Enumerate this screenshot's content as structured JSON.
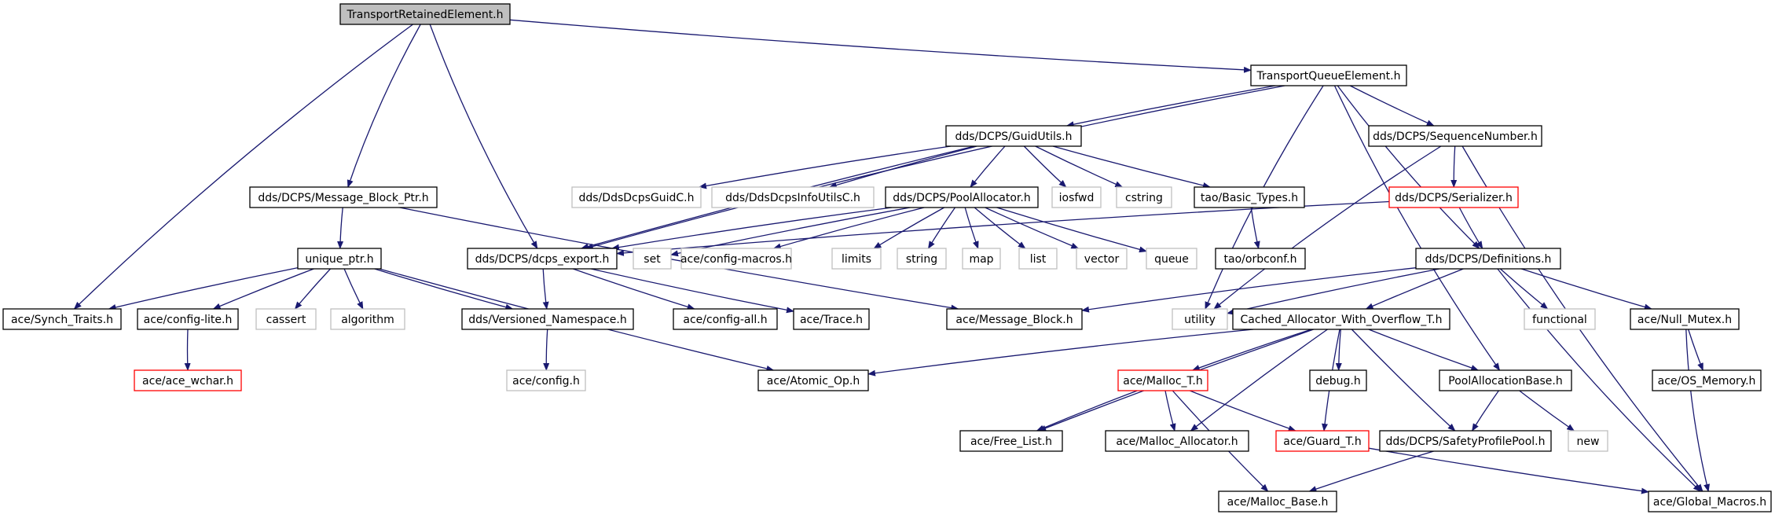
{
  "colors": {
    "edge": "#191970",
    "root_fill": "#bfbfbf",
    "node_border": "#000000",
    "missing_border": "#bfbfbf",
    "truncated_border": "#ff0000",
    "background": "#ffffff"
  },
  "nodes": [
    {
      "id": "root",
      "label": "TransportRetainedElement.h",
      "kind": "root"
    },
    {
      "id": "tqe",
      "label": "TransportQueueElement.h",
      "kind": "normal"
    },
    {
      "id": "guid",
      "label": "dds/DCPS/GuidUtils.h",
      "kind": "normal"
    },
    {
      "id": "seqnum",
      "label": "dds/DCPS/SequenceNumber.h",
      "kind": "normal"
    },
    {
      "id": "mbptr",
      "label": "dds/DCPS/Message_Block_Ptr.h",
      "kind": "normal"
    },
    {
      "id": "guidc",
      "label": "dds/DdsDcpsGuidC.h",
      "kind": "missing"
    },
    {
      "id": "infoc",
      "label": "dds/DdsDcpsInfoUtilsC.h",
      "kind": "missing"
    },
    {
      "id": "pool",
      "label": "dds/DCPS/PoolAllocator.h",
      "kind": "normal"
    },
    {
      "id": "iosfwd",
      "label": "iosfwd",
      "kind": "missing"
    },
    {
      "id": "cstring",
      "label": "cstring",
      "kind": "missing"
    },
    {
      "id": "basictypes",
      "label": "tao/Basic_Types.h",
      "kind": "normal"
    },
    {
      "id": "serializer",
      "label": "dds/DCPS/Serializer.h",
      "kind": "truncated"
    },
    {
      "id": "uniqueptr",
      "label": "unique_ptr.h",
      "kind": "normal"
    },
    {
      "id": "dcpsexport",
      "label": "dds/DCPS/dcps_export.h",
      "kind": "normal"
    },
    {
      "id": "set",
      "label": "set",
      "kind": "missing"
    },
    {
      "id": "configmacros",
      "label": "ace/config-macros.h",
      "kind": "missing"
    },
    {
      "id": "limits",
      "label": "limits",
      "kind": "missing"
    },
    {
      "id": "string",
      "label": "string",
      "kind": "missing"
    },
    {
      "id": "map",
      "label": "map",
      "kind": "missing"
    },
    {
      "id": "list",
      "label": "list",
      "kind": "missing"
    },
    {
      "id": "vector",
      "label": "vector",
      "kind": "missing"
    },
    {
      "id": "queue",
      "label": "queue",
      "kind": "missing"
    },
    {
      "id": "orbconf",
      "label": "tao/orbconf.h",
      "kind": "normal"
    },
    {
      "id": "definitions",
      "label": "dds/DCPS/Definitions.h",
      "kind": "normal"
    },
    {
      "id": "synch",
      "label": "ace/Synch_Traits.h",
      "kind": "normal"
    },
    {
      "id": "configlite",
      "label": "ace/config-lite.h",
      "kind": "normal"
    },
    {
      "id": "cassert",
      "label": "cassert",
      "kind": "missing"
    },
    {
      "id": "algorithm",
      "label": "algorithm",
      "kind": "missing"
    },
    {
      "id": "versioned",
      "label": "dds/Versioned_Namespace.h",
      "kind": "normal"
    },
    {
      "id": "configall",
      "label": "ace/config-all.h",
      "kind": "normal"
    },
    {
      "id": "trace",
      "label": "ace/Trace.h",
      "kind": "normal"
    },
    {
      "id": "msgblock",
      "label": "ace/Message_Block.h",
      "kind": "normal"
    },
    {
      "id": "utility",
      "label": "utility",
      "kind": "missing"
    },
    {
      "id": "cached",
      "label": "Cached_Allocator_With_Overflow_T.h",
      "kind": "normal"
    },
    {
      "id": "functional",
      "label": "functional",
      "kind": "missing"
    },
    {
      "id": "nullmutex",
      "label": "ace/Null_Mutex.h",
      "kind": "normal"
    },
    {
      "id": "acewchar",
      "label": "ace/ace_wchar.h",
      "kind": "truncated"
    },
    {
      "id": "config",
      "label": "ace/config.h",
      "kind": "missing"
    },
    {
      "id": "atomic",
      "label": "ace/Atomic_Op.h",
      "kind": "normal"
    },
    {
      "id": "mallocT",
      "label": "ace/Malloc_T.h",
      "kind": "truncated"
    },
    {
      "id": "debug",
      "label": "debug.h",
      "kind": "normal"
    },
    {
      "id": "pab",
      "label": "PoolAllocationBase.h",
      "kind": "normal"
    },
    {
      "id": "osmem",
      "label": "ace/OS_Memory.h",
      "kind": "normal"
    },
    {
      "id": "freelist",
      "label": "ace/Free_List.h",
      "kind": "normal"
    },
    {
      "id": "mallocalloc",
      "label": "ace/Malloc_Allocator.h",
      "kind": "normal"
    },
    {
      "id": "guard",
      "label": "ace/Guard_T.h",
      "kind": "truncated"
    },
    {
      "id": "safety",
      "label": "dds/DCPS/SafetyProfilePool.h",
      "kind": "normal"
    },
    {
      "id": "new",
      "label": "new",
      "kind": "missing"
    },
    {
      "id": "mallocbase",
      "label": "ace/Malloc_Base.h",
      "kind": "normal"
    },
    {
      "id": "globalmacros",
      "label": "ace/Global_Macros.h",
      "kind": "normal"
    }
  ],
  "edges": [
    [
      "root",
      "tqe"
    ],
    [
      "root",
      "mbptr"
    ],
    [
      "root",
      "dcpsexport"
    ],
    [
      "root",
      "synch"
    ],
    [
      "tqe",
      "guid"
    ],
    [
      "tqe",
      "seqnum"
    ],
    [
      "tqe",
      "dcpsexport"
    ],
    [
      "tqe",
      "utility"
    ],
    [
      "tqe",
      "definitions"
    ],
    [
      "tqe",
      "pab"
    ],
    [
      "guid",
      "guidc"
    ],
    [
      "guid",
      "infoc"
    ],
    [
      "guid",
      "pool"
    ],
    [
      "guid",
      "iosfwd"
    ],
    [
      "guid",
      "cstring"
    ],
    [
      "guid",
      "basictypes"
    ],
    [
      "guid",
      "dcpsexport"
    ],
    [
      "seqnum",
      "serializer"
    ],
    [
      "seqnum",
      "utility"
    ],
    [
      "seqnum",
      "globalmacros"
    ],
    [
      "mbptr",
      "uniqueptr"
    ],
    [
      "mbptr",
      "msgblock"
    ],
    [
      "pool",
      "set"
    ],
    [
      "pool",
      "configmacros"
    ],
    [
      "pool",
      "limits"
    ],
    [
      "pool",
      "string"
    ],
    [
      "pool",
      "map"
    ],
    [
      "pool",
      "list"
    ],
    [
      "pool",
      "vector"
    ],
    [
      "pool",
      "queue"
    ],
    [
      "pool",
      "dcpsexport"
    ],
    [
      "basictypes",
      "orbconf"
    ],
    [
      "serializer",
      "definitions"
    ],
    [
      "serializer",
      "dcpsexport"
    ],
    [
      "uniqueptr",
      "synch"
    ],
    [
      "uniqueptr",
      "configlite"
    ],
    [
      "uniqueptr",
      "cassert"
    ],
    [
      "uniqueptr",
      "algorithm"
    ],
    [
      "uniqueptr",
      "versioned"
    ],
    [
      "uniqueptr",
      "atomic"
    ],
    [
      "dcpsexport",
      "versioned"
    ],
    [
      "dcpsexport",
      "configall"
    ],
    [
      "dcpsexport",
      "trace"
    ],
    [
      "definitions",
      "msgblock"
    ],
    [
      "definitions",
      "utility"
    ],
    [
      "definitions",
      "cached"
    ],
    [
      "definitions",
      "functional"
    ],
    [
      "definitions",
      "nullmutex"
    ],
    [
      "definitions",
      "globalmacros"
    ],
    [
      "configlite",
      "acewchar"
    ],
    [
      "versioned",
      "config"
    ],
    [
      "cached",
      "atomic"
    ],
    [
      "cached",
      "mallocT"
    ],
    [
      "cached",
      "debug"
    ],
    [
      "cached",
      "pab"
    ],
    [
      "cached",
      "freelist"
    ],
    [
      "cached",
      "mallocalloc"
    ],
    [
      "cached",
      "guard"
    ],
    [
      "cached",
      "safety"
    ],
    [
      "nullmutex",
      "osmem"
    ],
    [
      "nullmutex",
      "globalmacros"
    ],
    [
      "mallocT",
      "freelist"
    ],
    [
      "mallocT",
      "mallocalloc"
    ],
    [
      "mallocT",
      "guard"
    ],
    [
      "mallocT",
      "mallocbase"
    ],
    [
      "pab",
      "safety"
    ],
    [
      "pab",
      "new"
    ],
    [
      "guard",
      "globalmacros"
    ],
    [
      "safety",
      "mallocbase"
    ]
  ]
}
